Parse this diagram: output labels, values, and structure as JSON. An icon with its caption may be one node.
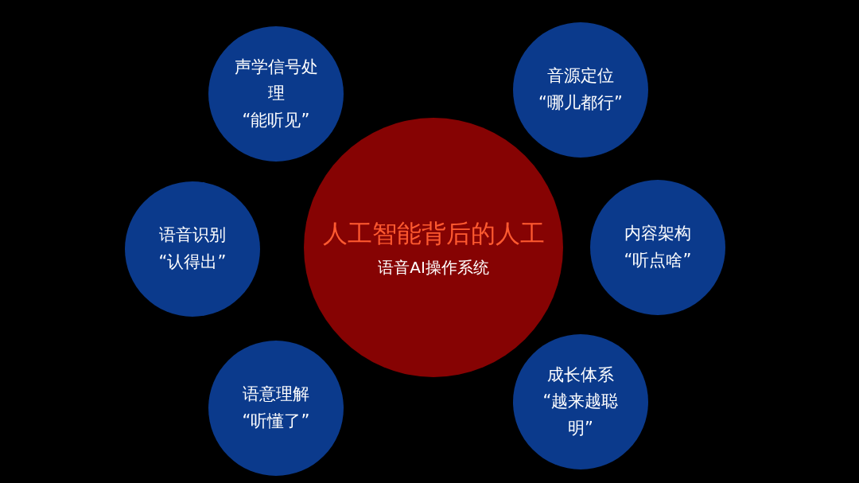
{
  "diagram": {
    "nodes": [
      {
        "text": [
          "人工智能背后的人工",
          "语音AI操作系统"
        ]
      },
      {
        "text": [
          "声学信号处理",
          "“能听见”"
        ]
      },
      {
        "text": [
          "音源定位",
          "“哪儿都行”"
        ]
      },
      {
        "text": [
          "语音识别",
          "“认得出”"
        ]
      },
      {
        "text": [
          "内容架构",
          "“听点啥”"
        ]
      },
      {
        "text": [
          "语意理解",
          "“听懂了”"
        ]
      },
      {
        "text": [
          "成长体系",
          "“越来越聪明”"
        ]
      }
    ]
  }
}
